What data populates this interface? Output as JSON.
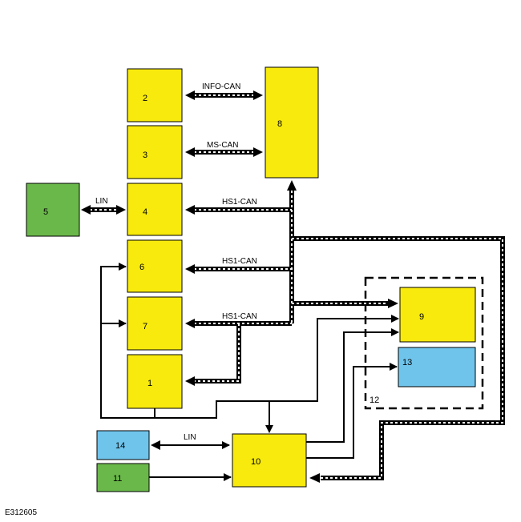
{
  "figure_id": "E312605",
  "modules": {
    "m1": {
      "label": "1",
      "color": "#f7ea0c"
    },
    "m2": {
      "label": "2",
      "color": "#f7ea0c"
    },
    "m3": {
      "label": "3",
      "color": "#f7ea0c"
    },
    "m4": {
      "label": "4",
      "color": "#f7ea0c"
    },
    "m5": {
      "label": "5",
      "color": "#6ab84a"
    },
    "m6": {
      "label": "6",
      "color": "#f7ea0c"
    },
    "m7": {
      "label": "7",
      "color": "#f7ea0c"
    },
    "m8": {
      "label": "8",
      "color": "#f7ea0c"
    },
    "m9": {
      "label": "9",
      "color": "#f7ea0c"
    },
    "m10": {
      "label": "10",
      "color": "#f7ea0c"
    },
    "m11": {
      "label": "11",
      "color": "#6ab84a"
    },
    "m13": {
      "label": "13",
      "color": "#6fc4ec"
    },
    "m14": {
      "label": "14",
      "color": "#6fc4ec"
    }
  },
  "group_label": "12",
  "buses": {
    "info_can": "INFO-CAN",
    "ms_can": "MS-CAN",
    "lin_5_4": "LIN",
    "hs1_can_4": "HS1-CAN",
    "hs1_can_6": "HS1-CAN",
    "hs1_can_7": "HS1-CAN",
    "lin_14_10": "LIN"
  }
}
